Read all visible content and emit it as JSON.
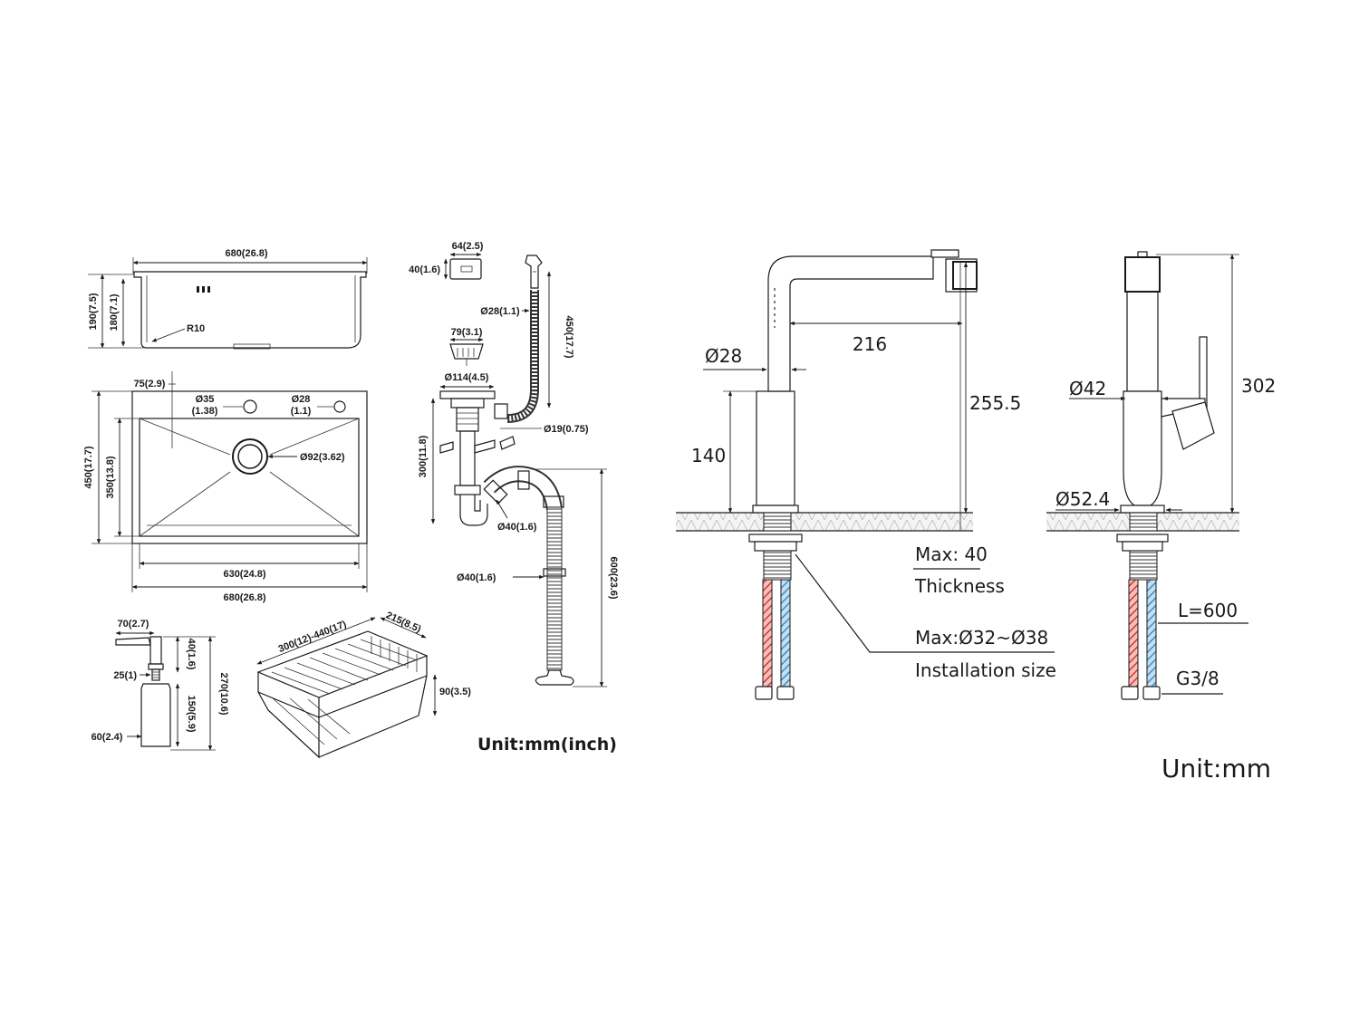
{
  "sink_top": {
    "width": "680(26.8)",
    "depth_outer": "190(7.5)",
    "depth_inner": "180(7.1)",
    "radius": "R10"
  },
  "sink_plan": {
    "corner": "75(2.9)",
    "hole1": "Ø35",
    "hole1_in": "(1.38)",
    "hole2": "Ø28",
    "hole2_in": "(1.1)",
    "drain": "Ø92(3.62)",
    "outer_height": "450(17.7)",
    "inner_height": "350(13.8)",
    "inner_width": "630(24.8)",
    "outer_width": "680(26.8)"
  },
  "overflow": {
    "width": "64(2.5)",
    "height": "40(1.6)"
  },
  "drain_kit": {
    "hose_d": "Ø28(1.1)",
    "hose_len": "450(17.7)",
    "strainer_small": "79(3.1)",
    "strainer_big": "Ø114(4.5)",
    "side_hose": "Ø19(0.75)",
    "trap_height": "300(11.8)",
    "trap_outlet": "Ø40(1.6)",
    "drain_pipe_d": "Ø40(1.6)",
    "drain_pipe_len": "600(23.6)"
  },
  "dispenser": {
    "spout": "70(2.7)",
    "head_h": "40(1.6)",
    "neck": "25(1)",
    "bottle_h": "150(5.9)",
    "total_h": "270(10.6)",
    "bottle_d": "60(2.4)"
  },
  "basket": {
    "length": "300(12)-440(17)",
    "width": "215(8.5)",
    "height": "90(3.5)"
  },
  "unit_left": "Unit:mm(inch)",
  "faucet_side": {
    "spout_d": "Ø28",
    "reach": "216",
    "height": "255.5",
    "body_h": "140",
    "thickness_val": "Max: 40",
    "thickness_label": "Thickness",
    "install_val": "Max:Ø32~Ø38",
    "install_label": "Installation size"
  },
  "faucet_front": {
    "body_d": "Ø42",
    "total_h": "302",
    "base_d": "Ø52.4",
    "hose_len": "L=600",
    "thread": "G3/8"
  },
  "unit_right": "Unit:mm",
  "colors": {
    "hot": "#d9342b",
    "cold": "#3a8fc9",
    "line": "#1a1a1a"
  }
}
